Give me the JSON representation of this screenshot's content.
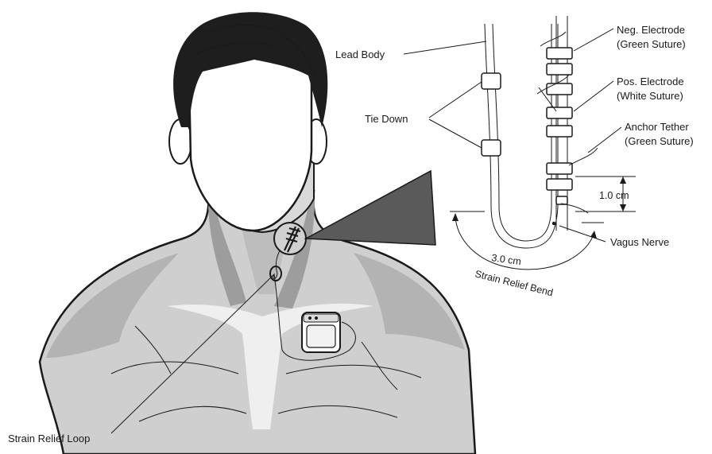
{
  "labels": {
    "lead_body": "Lead Body",
    "tie_down": "Tie Down",
    "neg_electrode": "Neg. Electrode",
    "neg_electrode_suture": "(Green Suture)",
    "pos_electrode": "Pos. Electrode",
    "pos_electrode_suture": "(White Suture)",
    "anchor_tether": "Anchor Tether",
    "anchor_tether_suture": "(Green Suture)",
    "dim_spacing": "1.0 cm",
    "vagus_nerve": "Vagus Nerve",
    "dim_bend": "3.0 cm",
    "strain_relief_bend": "Strain Relief Bend",
    "strain_relief_loop": "Strain Relief Loop"
  },
  "colors": {
    "skin_light": "#d4d4d4",
    "skin_mid": "#b8b8b8",
    "skin_dark": "#9a9a9a",
    "hair": "#1e1e1e",
    "callout": "#5a5a5a",
    "line": "#1a1a1a",
    "neck_highlight": "#ececec"
  },
  "icons": {
    "generator": "pulse-generator-icon",
    "electrode": "helical-electrode-icon"
  }
}
